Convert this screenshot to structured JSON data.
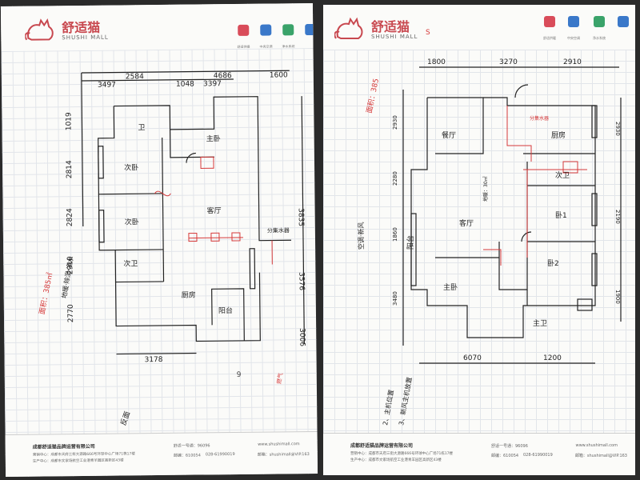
{
  "brand": {
    "name": "舒适猫",
    "sub": "SHUSHI MALL"
  },
  "features": [
    {
      "label": "舒适供暖",
      "color": "#d94c5a"
    },
    {
      "label": "中央空调",
      "color": "#3a78c9"
    },
    {
      "label": "净水系统",
      "color": "#3aa36a"
    },
    {
      "label": "",
      "color": "#3a78c9"
    }
  ],
  "footer": {
    "company": "成都舒适猫品牌运营有限公司",
    "address1": "营销中心：成都市天府三街大源路666号环球中心广场71栋17楼",
    "address2": "生产中心：成都市文家场航空工业港青羊园区高新区43楼",
    "hotline": "舒适一号通：96096",
    "postcode": "邮编：610054",
    "tel": "028-61990019",
    "website": "www.shushimall.com",
    "mail": "邮箱：shushimall@VIP.163"
  },
  "left_plan": {
    "dims_top": [
      "2584",
      "4686",
      "1600",
      "3497",
      "1048",
      "3397"
    ],
    "dims_left": [
      "1019",
      "2814",
      "2824",
      "2910",
      "2770"
    ],
    "dims_right": [
      "3835",
      "3576",
      "3006"
    ],
    "dims_bottom": [
      "3178"
    ],
    "rooms": [
      "卫",
      "主卧",
      "次卧",
      "次卧",
      "客厅",
      "次卫",
      "厨房",
      "阳台"
    ],
    "notes": [
      "面积：385㎡",
      "地暖·除湿·净水",
      "分集水器",
      "燃气"
    ],
    "page_no": "9",
    "stamp": "反面"
  },
  "right_plan": {
    "dims_top": [
      "1800",
      "3270",
      "2910"
    ],
    "dims_left": [
      "2930",
      "2280",
      "1860",
      "3480"
    ],
    "dims_right": [
      "2930",
      "2190",
      "1900"
    ],
    "dims_bottom": [
      "6070",
      "1200"
    ],
    "rooms": [
      "阳台",
      "客厅",
      "主卧",
      "厨房",
      "次卫",
      "卧1",
      "卧2",
      "主卫",
      "餐厅"
    ],
    "notes": [
      "面积：385",
      "空调·新风",
      "分集水器",
      "地暖：30㎡",
      "2、主机位置",
      "3、新风主机放置"
    ],
    "top_mark": "S"
  }
}
